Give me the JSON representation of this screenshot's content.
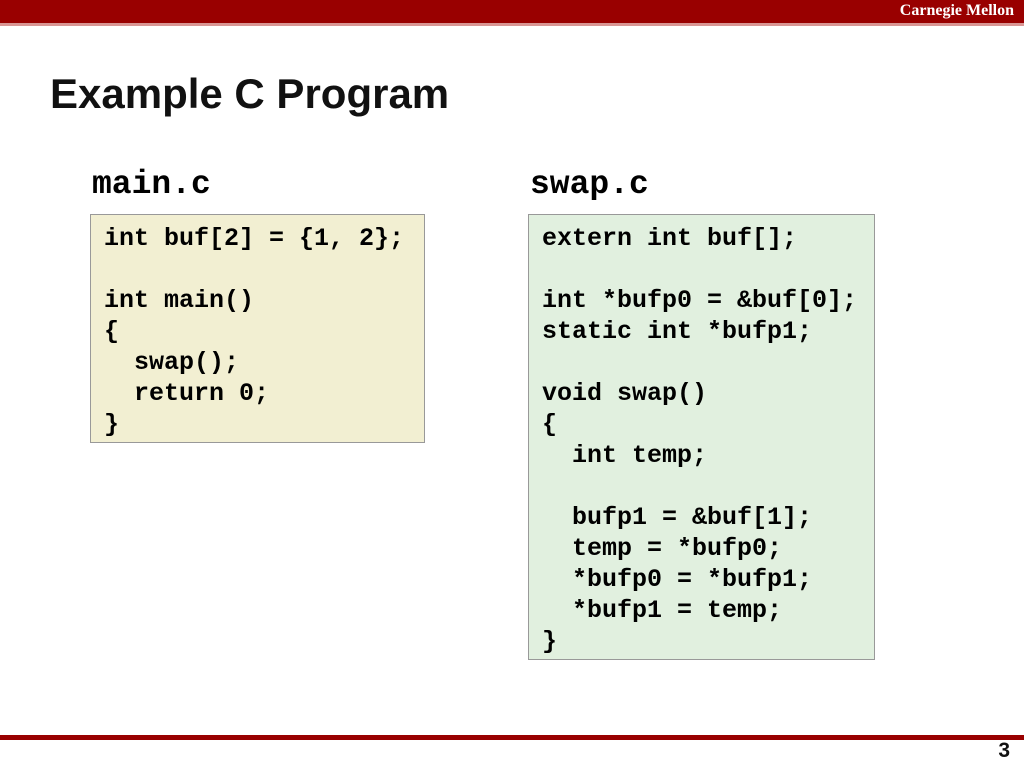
{
  "header": {
    "brand": "Carnegie Mellon",
    "bar_color": "#990000",
    "underline_color": "#D99694"
  },
  "slide": {
    "title": "Example C Program"
  },
  "code_panels": [
    {
      "filename": "main.c",
      "bg_color": "#F2EFD2",
      "border_color": "#999999",
      "code": "int buf[2] = {1, 2};\n\nint main()\n{\n  swap();\n  return 0;\n}"
    },
    {
      "filename": "swap.c",
      "bg_color": "#E1F0DF",
      "border_color": "#999999",
      "code": "extern int buf[];\n\nint *bufp0 = &buf[0];\nstatic int *bufp1;\n\nvoid swap()\n{\n  int temp;\n\n  bufp1 = &buf[1];\n  temp = *bufp0;\n  *bufp0 = *bufp1;\n  *bufp1 = temp;\n}"
    }
  ],
  "footer": {
    "rule_color": "#990000",
    "page_number": "3"
  }
}
